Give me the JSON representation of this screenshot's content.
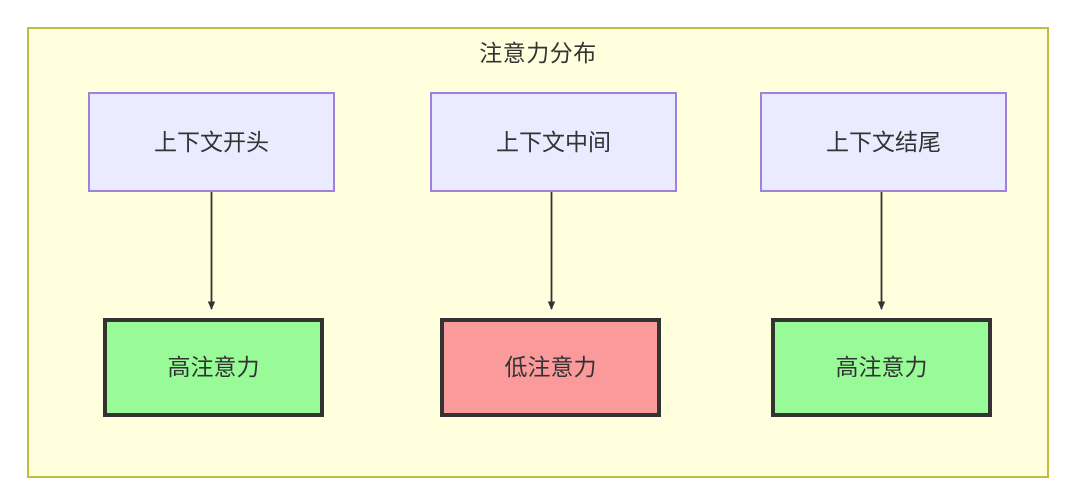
{
  "diagram": {
    "title": "注意力分布",
    "background_color": "#ffffdd",
    "border_color": "#bfbf3f",
    "source_fill": "#ebebff",
    "source_border": "#9f7fdf",
    "high_fill": "#98fb98",
    "low_fill": "#fa9a9a",
    "node_border": "#333333",
    "text_color": "#333333",
    "columns": [
      {
        "source_label": "上下文开头",
        "result_label": "高注意力",
        "result_level": "high"
      },
      {
        "source_label": "上下文中间",
        "result_label": "低注意力",
        "result_level": "low"
      },
      {
        "source_label": "上下文结尾",
        "result_label": "高注意力",
        "result_level": "high"
      }
    ]
  }
}
